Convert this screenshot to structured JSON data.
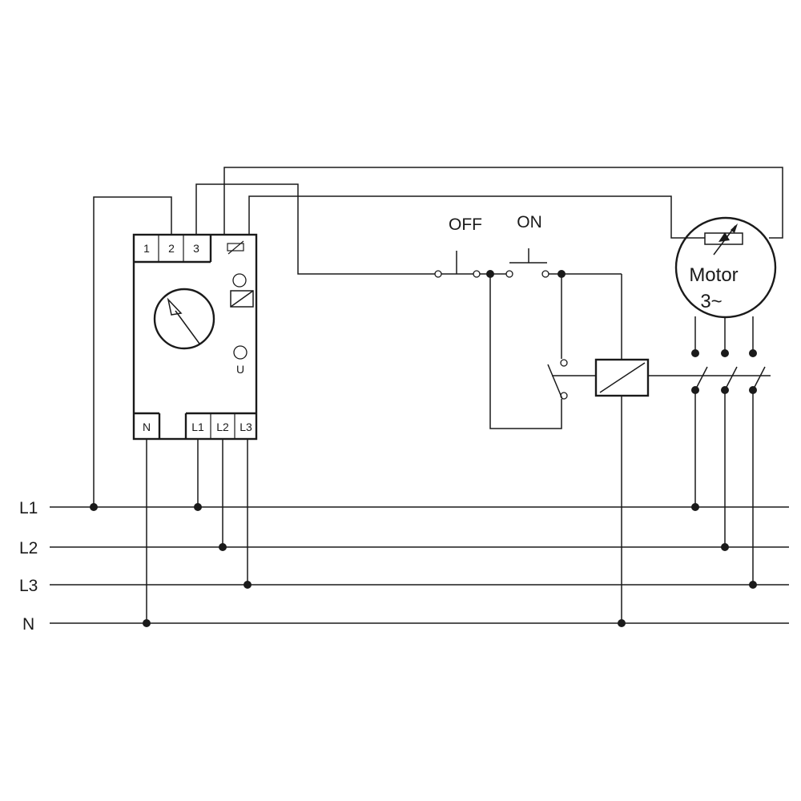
{
  "bus_labels": [
    "L1",
    "L2",
    "L3",
    "N"
  ],
  "relay": {
    "top_terminals": [
      "1",
      "2",
      "3"
    ],
    "bottom_terminals": [
      "N",
      "L1",
      "L2",
      "L3"
    ],
    "indicator_label": "U"
  },
  "switches": {
    "off_label": "OFF",
    "on_label": "ON"
  },
  "motor": {
    "name": "Motor",
    "phase": "3~"
  }
}
